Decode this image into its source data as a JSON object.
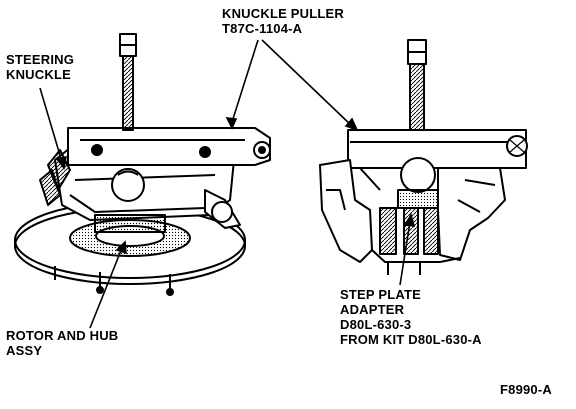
{
  "labels": {
    "knuckle_puller": [
      "KNUCKLE PULLER",
      "T87C-1104-A"
    ],
    "steering_knuckle": [
      "STEERING",
      "KNUCKLE"
    ],
    "rotor_hub": [
      "ROTOR AND HUB",
      "ASSY"
    ],
    "step_plate": [
      "STEP PLATE",
      "ADAPTER",
      "D80L-630-3",
      "FROM KIT D80L-630-A"
    ],
    "figure_id": "F8990-A"
  },
  "colors": {
    "ink": "#000000",
    "paper": "#ffffff",
    "hatch": "#5a5a5a"
  }
}
